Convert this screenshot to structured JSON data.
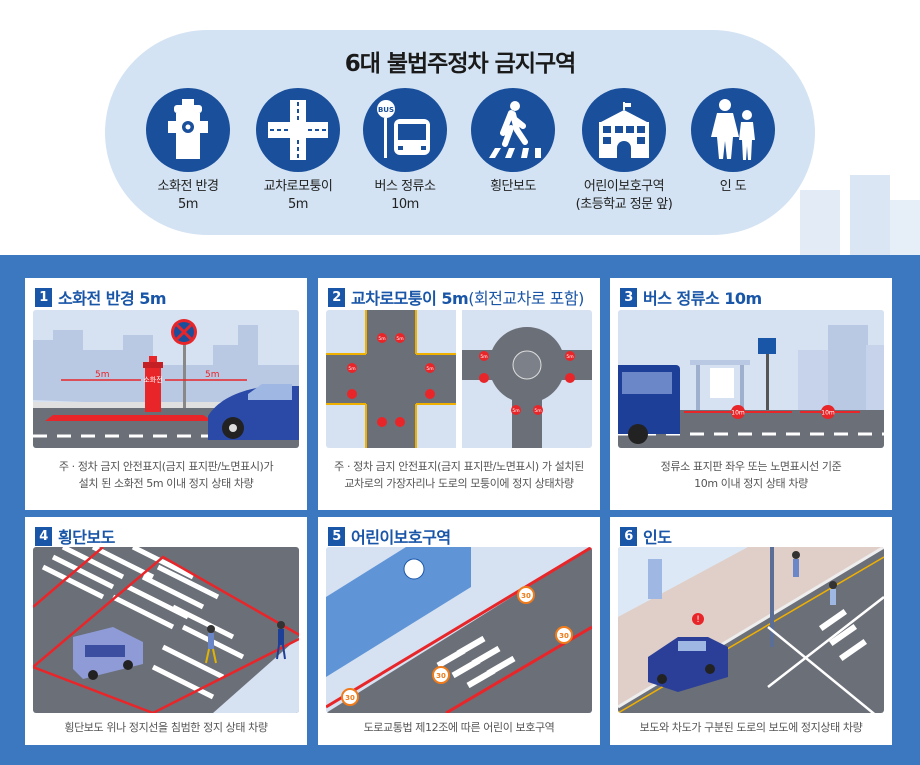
{
  "header": {
    "title": "6대 불법주정차 금지구역"
  },
  "zones": [
    {
      "icon": "fire-hydrant-icon",
      "label": "소화전 반경",
      "sub": "5m"
    },
    {
      "icon": "intersection-icon",
      "label": "교차로모퉁이",
      "sub": "5m"
    },
    {
      "icon": "bus-stop-icon",
      "label": "버스 정류소",
      "sub": "10m"
    },
    {
      "icon": "pedestrian-crossing-icon",
      "label": "횡단보도",
      "sub": ""
    },
    {
      "icon": "school-icon",
      "label": "어린이보호구역",
      "sub": "(초등학교 정문 앞)"
    },
    {
      "icon": "pedestrians-icon",
      "label": "인 도",
      "sub": ""
    }
  ],
  "panels": [
    {
      "num": "1",
      "title": "소화전 반경 5m",
      "sub": "",
      "caption1": "주 · 정차 금지 안전표지(금지 표지판/노면표시)가",
      "caption2": "설치 된 소화전 5m 이내 정지 상태 차량",
      "dist_label": "5m",
      "hydrant_text": "소화전"
    },
    {
      "num": "2",
      "title": "교차로모퉁이 5m",
      "sub": "(회전교차로 포함)",
      "caption1": "주 · 정차 금지 안전표지(금지 표지판/노면표시) 가 설치된",
      "caption2": "교차로의 가장자리나 도로의 모퉁이에 정지 상태차량",
      "dist_label": "5m"
    },
    {
      "num": "3",
      "title": "버스 정류소 10m",
      "sub": "",
      "caption1": "정류소 표지판 좌우 또는 노면표시선 기준",
      "caption2": "10m 이내 정지 상태 차량",
      "dist_label": "10m"
    },
    {
      "num": "4",
      "title": "횡단보도",
      "sub": "",
      "caption1": "횡단보도 위나 정지선을 침범한 정지 상태 차량",
      "caption2": ""
    },
    {
      "num": "5",
      "title": "어린이보호구역",
      "sub": "",
      "caption1": "도로교통법 제12조에 따른 어린이 보호구역",
      "caption2": "",
      "speed_label": "30"
    },
    {
      "num": "6",
      "title": "인도",
      "sub": "",
      "caption1": "보도와 차도가 구분된 도로의 보도에 정지상태 차량",
      "caption2": ""
    }
  ],
  "colors": {
    "navy": "#1a4f9c",
    "panel_blue": "#3b78c0",
    "pill": "#d3e3f3",
    "red": "#e8262a",
    "title_blue": "#1a56a8"
  }
}
